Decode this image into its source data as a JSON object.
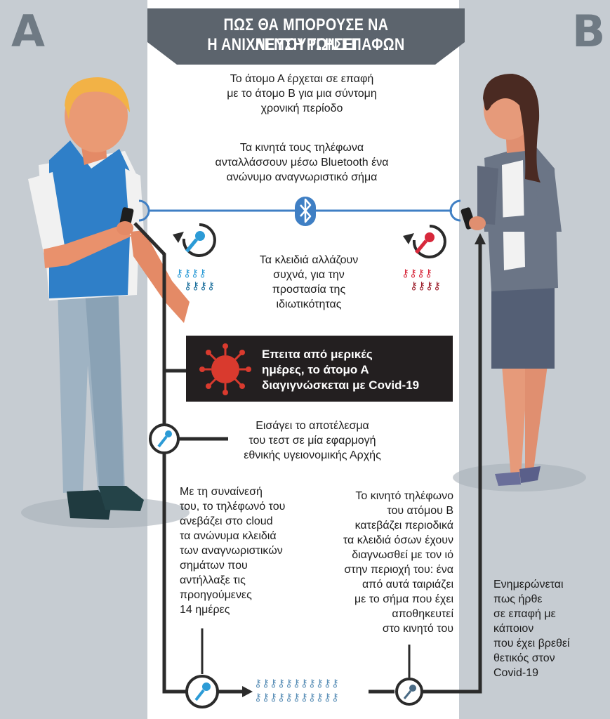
{
  "header": {
    "title_line1": "ΠΩΣ ΘΑ ΜΠΟΡΟΥΣΕ ΝΑ ΛΕΙΤΟΥΡΓΗΣΕΙ",
    "title_line2": "Η ΑΝΙΧΝΕΥΣΗ ΤΩΝ ΕΠΑΦΩΝ"
  },
  "persons": {
    "a_label": "A",
    "b_label": "B"
  },
  "steps": {
    "contact": [
      "Το άτομο Α έρχεται σε επαφή",
      "με το άτομο Β για μια σύντομη",
      "χρονική περίοδο"
    ],
    "bluetooth": [
      "Τα κινητά τους τηλέφωνα",
      "ανταλλάσσουν μέσω Bluetooth ένα",
      "ανώνυμο αναγνωριστικό σήμα"
    ],
    "keys_change": [
      "Τα κλειδιά αλλάζουν",
      "συχνά, για την",
      "προστασία της",
      "ιδιωτικότητας"
    ],
    "diagnosis": [
      "Επειτα από μερικές",
      "ημέρες, το άτομο Α",
      "διαγιγνώσκεται με Covid-19"
    ],
    "test_entry": [
      "Εισάγει το αποτέλεσμα",
      "του τεστ σε μία εφαρμογή",
      "εθνικής υγειονομικής Αρχής"
    ],
    "upload": [
      "Με τη συναίνεσή",
      "του, το τηλέφωνό του",
      "ανεβάζει στο cloud",
      "τα ανώνυμα κλειδιά",
      "των αναγνωριστικών",
      "σημάτων που",
      "αντήλλαξε τις",
      "προηγούμενες",
      "14 ημέρες"
    ],
    "download": [
      "Το κινητό τηλέφωνο",
      "του ατόμου Β",
      "κατεβάζει περιοδικά",
      "τα κλειδιά όσων έχουν",
      "διαγνωσθεί με τον ιό",
      "στην περιοχή του: ένα",
      "από αυτά ταιριάζει",
      "με το σήμα που έχει",
      "αποθηκευτεί",
      "στο κινητό του"
    ],
    "notified": [
      "Ενημερώνεται",
      "πως ήρθε",
      "σε επαφή με",
      "κάποιον",
      "που έχει βρεθεί",
      "θετικός στον",
      "Covid-19"
    ]
  },
  "colors": {
    "panel": "#c6ccd2",
    "banner": "#5c646d",
    "line": "#2b2b2b",
    "bluetooth": "#3f7fc4",
    "key_blue": "#2c9bd6",
    "key_red": "#d7283b",
    "virus": "#d93a2e",
    "callout": "#231f20"
  },
  "icons": {
    "bluetooth": "bluetooth-icon",
    "key": "key-icon",
    "virus": "virus-icon",
    "rotate": "rotate-arrow-icon"
  }
}
